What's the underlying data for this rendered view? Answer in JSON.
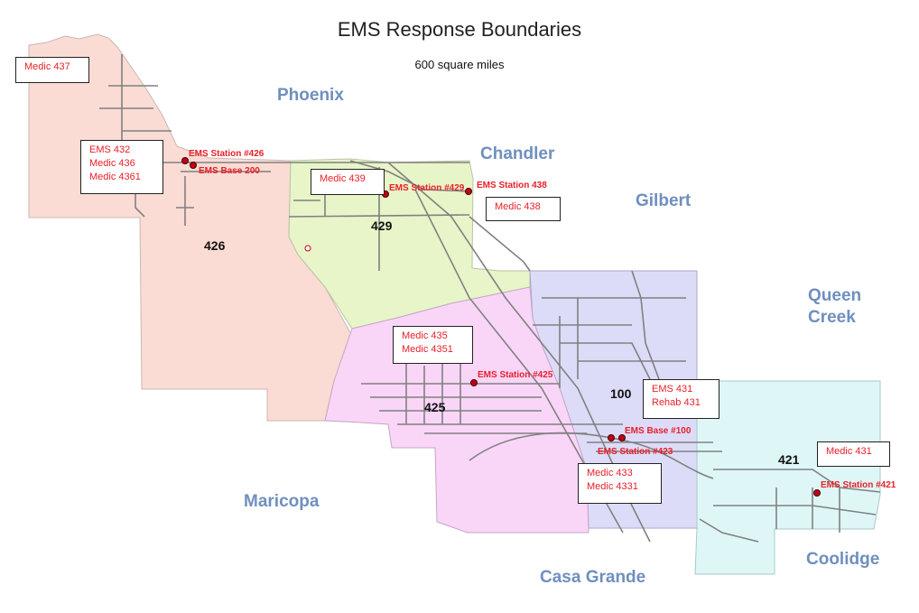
{
  "title": "EMS Response Boundaries",
  "subtitle": "600 square miles",
  "cities": {
    "phoenix": "Phoenix",
    "chandler": "Chandler",
    "gilbert": "Gilbert",
    "queen_creek": [
      "Queen",
      "Creek"
    ],
    "maricopa": "Maricopa",
    "casa_grande": "Casa Grande",
    "coolidge": "Coolidge"
  },
  "zones": {
    "z426": "426",
    "z429": "429",
    "z425": "425",
    "z100": "100",
    "z421": "421"
  },
  "zone_colors": {
    "z426": "#fadcd4",
    "z429": "#e8f5c9",
    "z425": "#f9d6f8",
    "z100": "#dcdcf8",
    "z421": "#dff6f7"
  },
  "stations": {
    "s426": "EMS Station #426",
    "base200": "EMS Base 200",
    "s429": "EMS Station #429",
    "s438": "EMS Station 438",
    "s425": "EMS Station #425",
    "base100": "EMS Base #100",
    "s423": "EMS Station #423",
    "s421": "EMS Station #421"
  },
  "units": {
    "b437": [
      "Medic 437"
    ],
    "b426": [
      "EMS 432",
      "Medic 436",
      "Medic 4361"
    ],
    "b439": [
      "Medic 439"
    ],
    "b438": [
      "Medic 438"
    ],
    "b435": [
      "Medic 435",
      "Medic 4351"
    ],
    "b431": [
      "EMS 431",
      "Rehab 431"
    ],
    "b431m": [
      "Medic 431"
    ],
    "b433": [
      "Medic 433",
      "Medic 4331"
    ]
  }
}
